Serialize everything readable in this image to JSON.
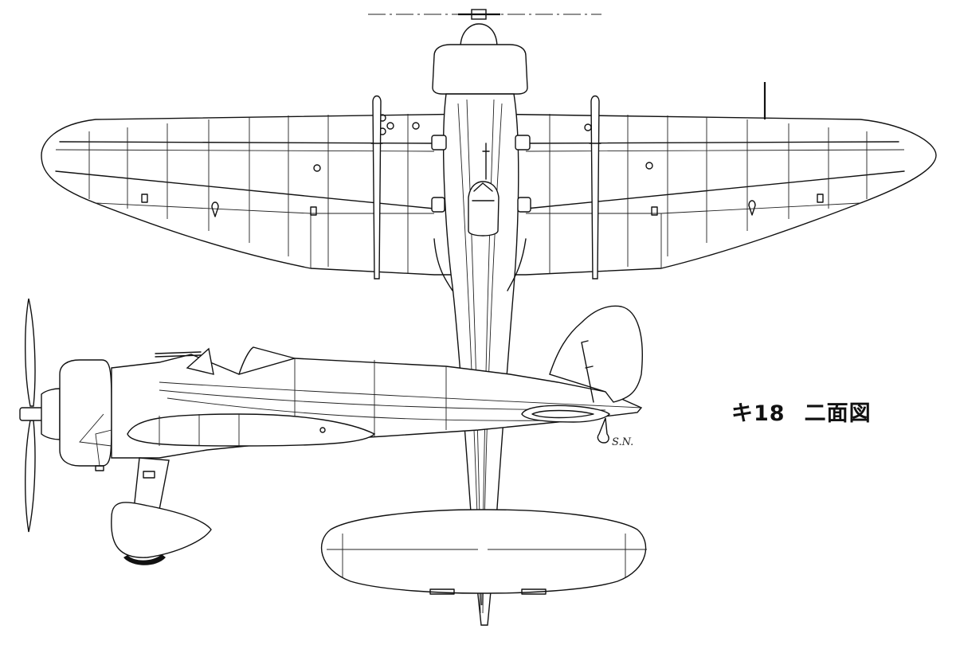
{
  "caption": {
    "aircraft_code": "キ18",
    "view_title": "二面図"
  },
  "signature": "S.N."
}
